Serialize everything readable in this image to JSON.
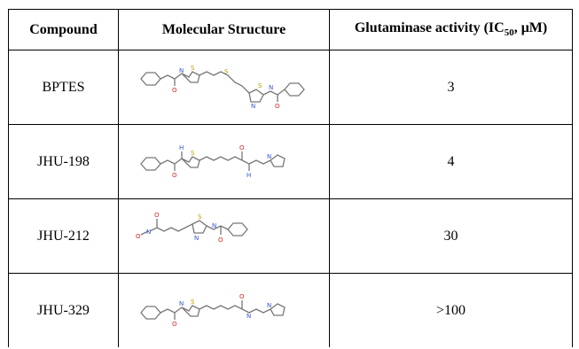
{
  "table": {
    "headers": {
      "compound": "Compound",
      "structure": "Molecular Structure",
      "activity_prefix": "Glutaminase activity (IC",
      "activity_sub": "50",
      "activity_suffix": ", μM)"
    },
    "rows": [
      {
        "compound": "BPTES",
        "activity": "3"
      },
      {
        "compound": "JHU-198",
        "activity": "4"
      },
      {
        "compound": "JHU-212",
        "activity": "30"
      },
      {
        "compound": "JHU-329",
        "activity": ">100"
      }
    ],
    "atom_labels": {
      "N": "N",
      "S": "S",
      "O": "O",
      "H": "H"
    }
  }
}
